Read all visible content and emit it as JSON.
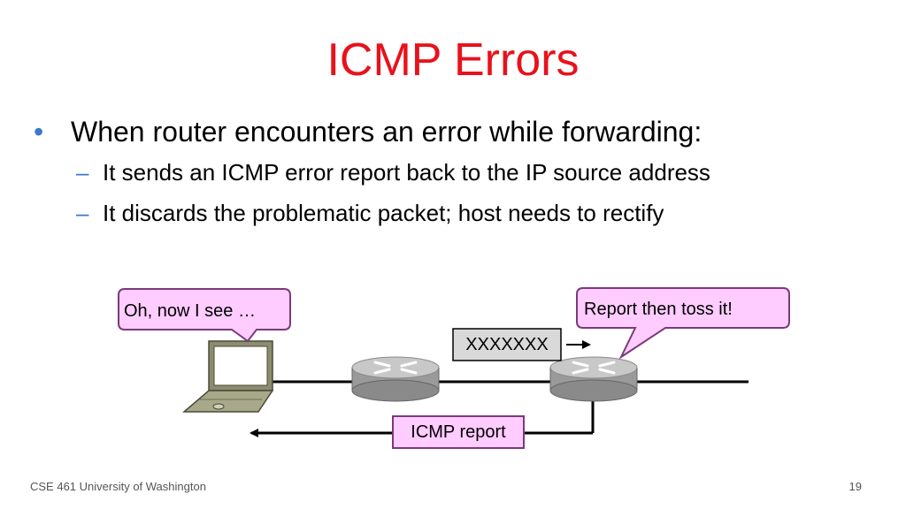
{
  "slide": {
    "title": "ICMP Errors",
    "bullets": [
      {
        "text": "When router encounters an error while forwarding:",
        "sub": [
          "It sends an ICMP error report back to the IP source address",
          "It discards the problematic packet; host needs to rectify"
        ]
      }
    ]
  },
  "diagram": {
    "host_callout": "Oh, now I see …",
    "router_callout": "Report then toss it!",
    "packet_label": "XXXXXXX",
    "report_label": "ICMP report",
    "colors": {
      "callout_fill": "#ffccff",
      "callout_border": "#7a3a7a",
      "packet_fill": "#d9d9d9",
      "router_body": "#9a9a9a",
      "router_top": "#c8c8c8"
    }
  },
  "footer": {
    "course": "CSE 461 University of Washington",
    "page": "19"
  }
}
